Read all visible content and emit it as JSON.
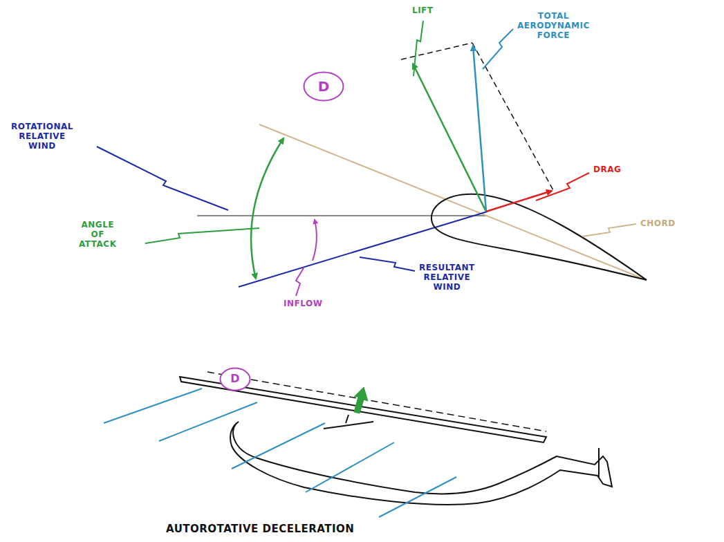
{
  "diagram": {
    "caption": "AUTOROTATIVE DECELERATION",
    "nodes": [
      {
        "text": [
          "D"
        ]
      },
      {
        "text": [
          "D"
        ]
      }
    ],
    "labels": [
      "LIFT",
      "TOTAL AERODYNAMIC FORCE",
      "ROTATIONAL RELATIVE WIND",
      "DRAG",
      "CHORD",
      "ANGLE OF ATTACK",
      "INFLOW",
      "RESULTANT RELATIVE WIND"
    ]
  }
}
